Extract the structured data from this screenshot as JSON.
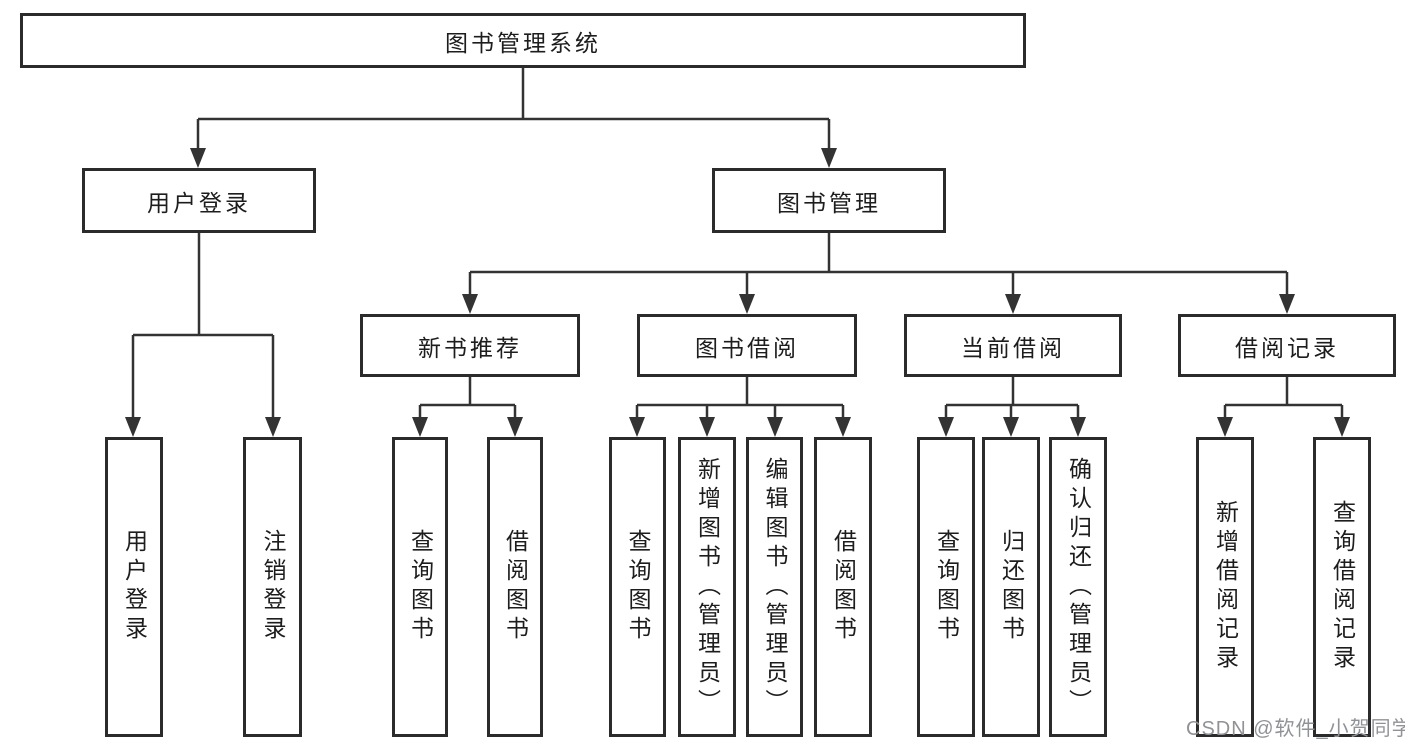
{
  "diagram": {
    "root": "图书管理系统",
    "level2": [
      "用户登录",
      "图书管理"
    ],
    "level3": [
      "新书推荐",
      "图书借阅",
      "当前借阅",
      "借阅记录"
    ],
    "leaves": {
      "user_login": [
        "用户登录",
        "注销登录"
      ],
      "new_book_recommend": [
        "查询图书",
        "借阅图书"
      ],
      "book_borrowing": [
        "查询图书",
        "新增图书（管理员）",
        "编辑图书（管理员）",
        "借阅图书"
      ],
      "current_borrowing": [
        "查询图书",
        "归还图书",
        "确认归还（管理员）"
      ],
      "borrowing_records": [
        "新增借阅记录",
        "查询借阅记录"
      ]
    }
  },
  "watermark": {
    "text": "CSDN @软件_小贺同学"
  },
  "colors": {
    "line": "#333333",
    "box_border": "#2b2b2b",
    "text": "#1d1d1d",
    "background": "#ffffff",
    "watermark": "#8f9296"
  }
}
